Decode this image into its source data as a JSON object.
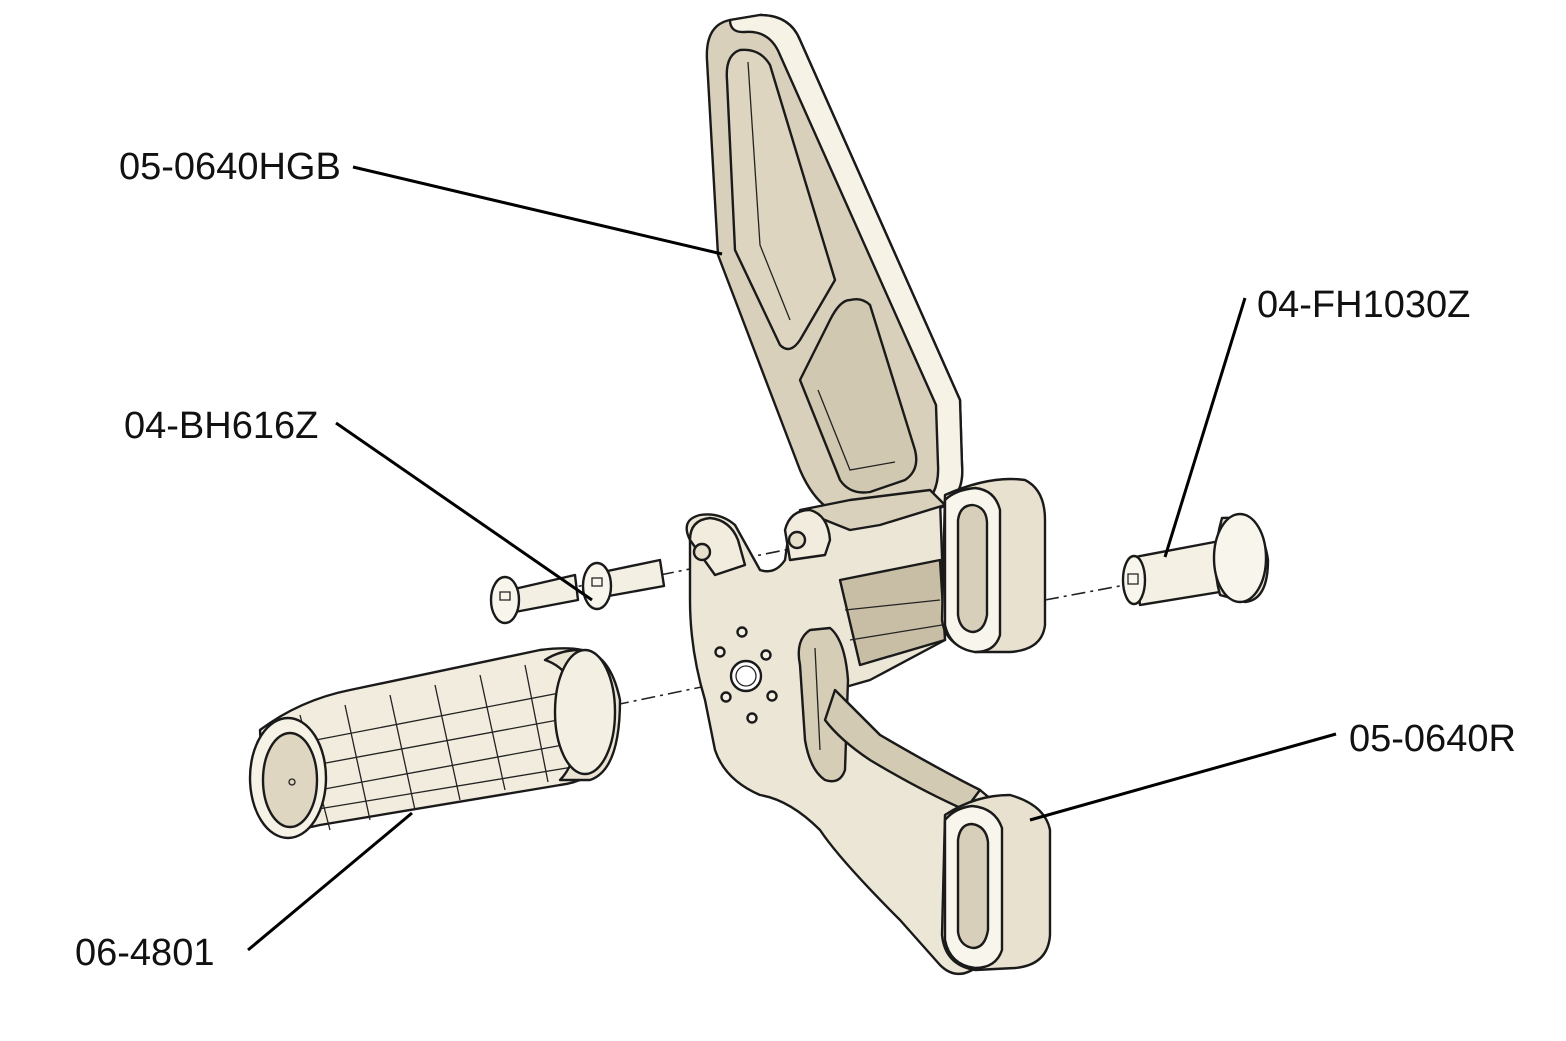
{
  "callouts": {
    "heel_guard": "05-0640HGB",
    "button_head_screw": "04-BH616Z",
    "flat_head_screw": "04-FH1030Z",
    "rearset_bracket": "05-0640R",
    "foot_peg": "06-4801"
  },
  "colors": {
    "metal_light": "#f6f2e6",
    "metal_mid": "#e6dfcc",
    "metal_shadow": "#cdc4ad",
    "metal_dark": "#a79c84",
    "line": "#1a1a1a"
  }
}
